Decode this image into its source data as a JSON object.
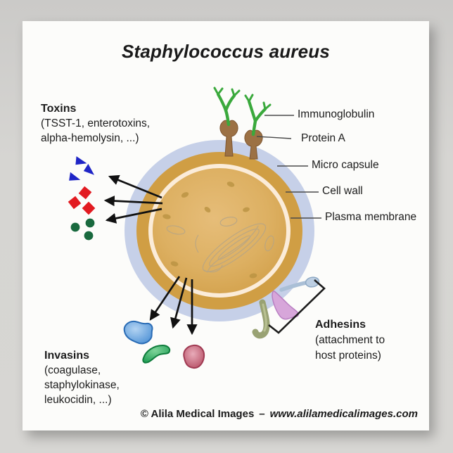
{
  "poster": {
    "title": "Staphylococcus aureus",
    "footer": {
      "copyright": "© Alila Medical Images",
      "separator": "–",
      "website": "www.alilamedicalimages.com"
    }
  },
  "labels": {
    "toxins": {
      "heading": "Toxins",
      "line1": "(TSST-1, enterotoxins,",
      "line2": "alpha-hemolysin, ...)"
    },
    "immunoglobulin": "Immunoglobulin",
    "protein_a": "Protein A",
    "micro_capsule": "Micro capsule",
    "cell_wall": "Cell wall",
    "plasma_membrane": "Plasma membrane",
    "adhesins": {
      "heading": "Adhesins",
      "line1": "(attachment to",
      "line2": "host proteins)"
    },
    "invasins": {
      "heading": "Invasins",
      "line1": "(coagulase,",
      "line2": "staphylokinase,",
      "line3": "leukocidin, ...)"
    }
  },
  "colors": {
    "background_gray": "#d4d3d1",
    "poster_white": "#fcfcfa",
    "capsule_blue": "#c6d0e8",
    "cell_wall_amber": "#d09e44",
    "plasma_membrane_cream": "#fbecd9",
    "cytoplasm_gold": "#dcae5e",
    "immunoglobulin_green": "#3aa93c",
    "protein_a_brown": "#9c7144",
    "toxin_triangle_blue": "#1f25c6",
    "toxin_diamond_red": "#e21a20",
    "toxin_dot_green": "#19693e",
    "invasin_blob_blue": "#4f92d6",
    "invasin_crescent_green": "#23a95b",
    "invasin_blob_red": "#bb5068",
    "adhesin_olive": "#99a273",
    "adhesin_pink": "#d7a6da",
    "adhesin_bluegray": "#aabfd6",
    "line_black": "#1c1c1c"
  }
}
